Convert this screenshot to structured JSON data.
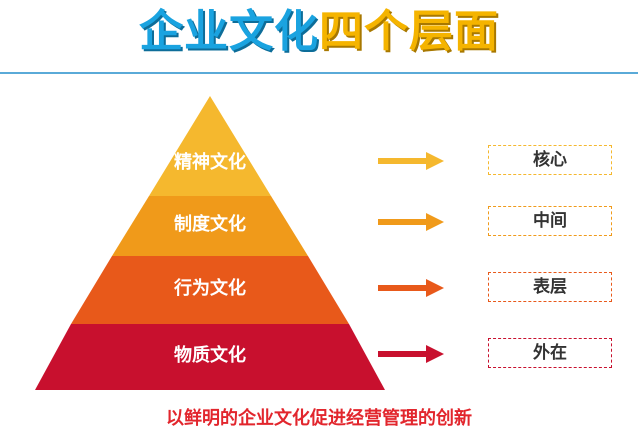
{
  "title": {
    "part1": "企业文化",
    "part2": "四个层面"
  },
  "layers": [
    {
      "label": "精神文化",
      "level": "核心",
      "color": "#f5b82e"
    },
    {
      "label": "制度文化",
      "level": "中间",
      "color": "#f09a1a"
    },
    {
      "label": "行为文化",
      "level": "表层",
      "color": "#e8591a"
    },
    {
      "label": "物质文化",
      "level": "外在",
      "color": "#c8102e"
    }
  ],
  "footer": "以鲜明的企业文化促进经营管理的创新"
}
